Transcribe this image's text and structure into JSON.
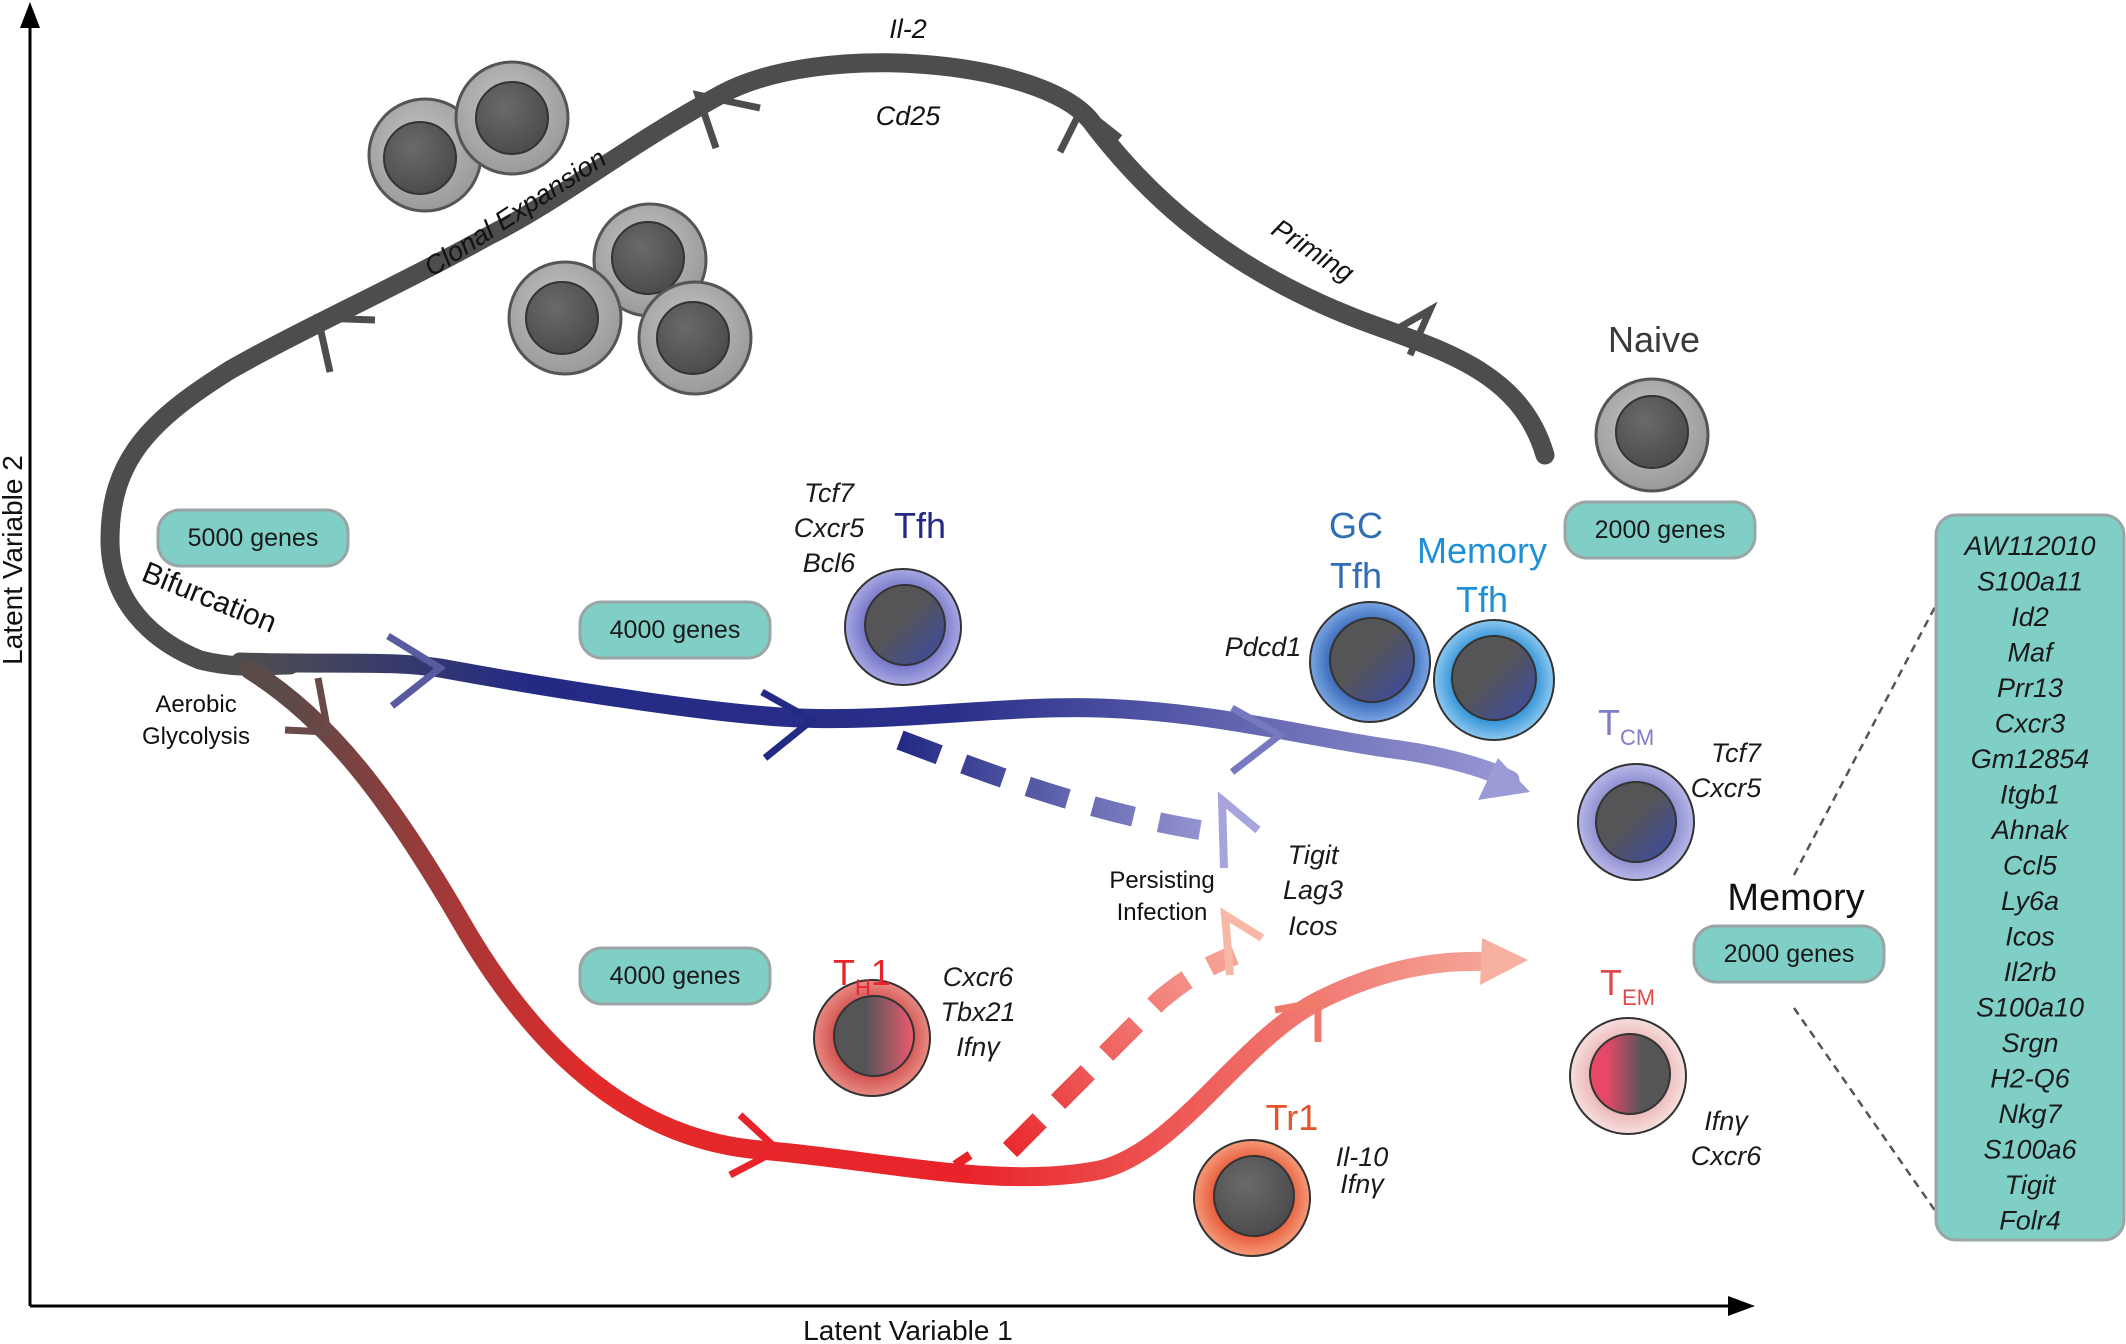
{
  "axes": {
    "x_label": "Latent Variable 1",
    "y_label": "Latent Variable 2"
  },
  "path_labels": {
    "il2": "Il-2",
    "cd25": "Cd25",
    "clonal_expansion": "Clonal Expansion",
    "priming": "Priming",
    "bifurcation": "Bifurcation",
    "aerobic": "Aerobic",
    "glycolysis": "Glycolysis",
    "persisting": "Persisting",
    "infection": "Infection"
  },
  "gene_pills": {
    "g5000": "5000 genes",
    "g4000_tfh": "4000 genes",
    "g4000_th1": "4000 genes",
    "g2000_naive": "2000 genes",
    "g2000_memory": "2000 genes"
  },
  "cells": {
    "naive": "Naive",
    "tfh": "Tfh",
    "gc_tfh_1": "GC",
    "gc_tfh_2": "Tfh",
    "memory_tfh_1": "Memory",
    "memory_tfh_2": "Tfh",
    "tcm_main": "T",
    "tcm_sub": "CM",
    "tem_main": "T",
    "tem_sub": "EM",
    "th1_main": "T",
    "th1_sub": "H",
    "th1_suffix": "1",
    "tr1": "Tr1",
    "memory": "Memory"
  },
  "gene_labels": {
    "tfh_genes": [
      "Tcf7",
      "Cxcr5",
      "Bcl6"
    ],
    "gc_tfh_genes": [
      "Pdcd1"
    ],
    "tcm_genes": [
      "Tcf7",
      "Cxcr5"
    ],
    "exhaustion_genes": [
      "Tigit",
      "Lag3",
      "Icos"
    ],
    "th1_genes": [
      "Cxcr6",
      "Tbx21",
      "Ifnγ"
    ],
    "tr1_genes": [
      "Il-10",
      "Ifnγ"
    ],
    "tem_genes": [
      "Ifnγ",
      "Cxcr6"
    ]
  },
  "memory_gene_list": [
    "AW112010",
    "S100a11",
    "Id2",
    "Maf",
    "Prr13",
    "Cxcr3",
    "Gm12854",
    "Itgb1",
    "Ahnak",
    "Ccl5",
    "Ly6a",
    "Icos",
    "Il2rb",
    "S100a10",
    "Srgn",
    "H2-Q6",
    "Nkg7",
    "S100a6",
    "Tigit",
    "Folr4"
  ],
  "colors": {
    "grey_path": "#4d4d4f",
    "tfh_blue": "#232a84",
    "light_blue": "#8f8fd0",
    "gc_blue": "#2f6db5",
    "memory_blue": "#1f8fd6",
    "th1_red": "#e8242a",
    "light_red": "#f4a090",
    "tr1_orange": "#e4532a",
    "pill_teal": "#7fcfc7",
    "pill_border": "#9aa5a5"
  }
}
